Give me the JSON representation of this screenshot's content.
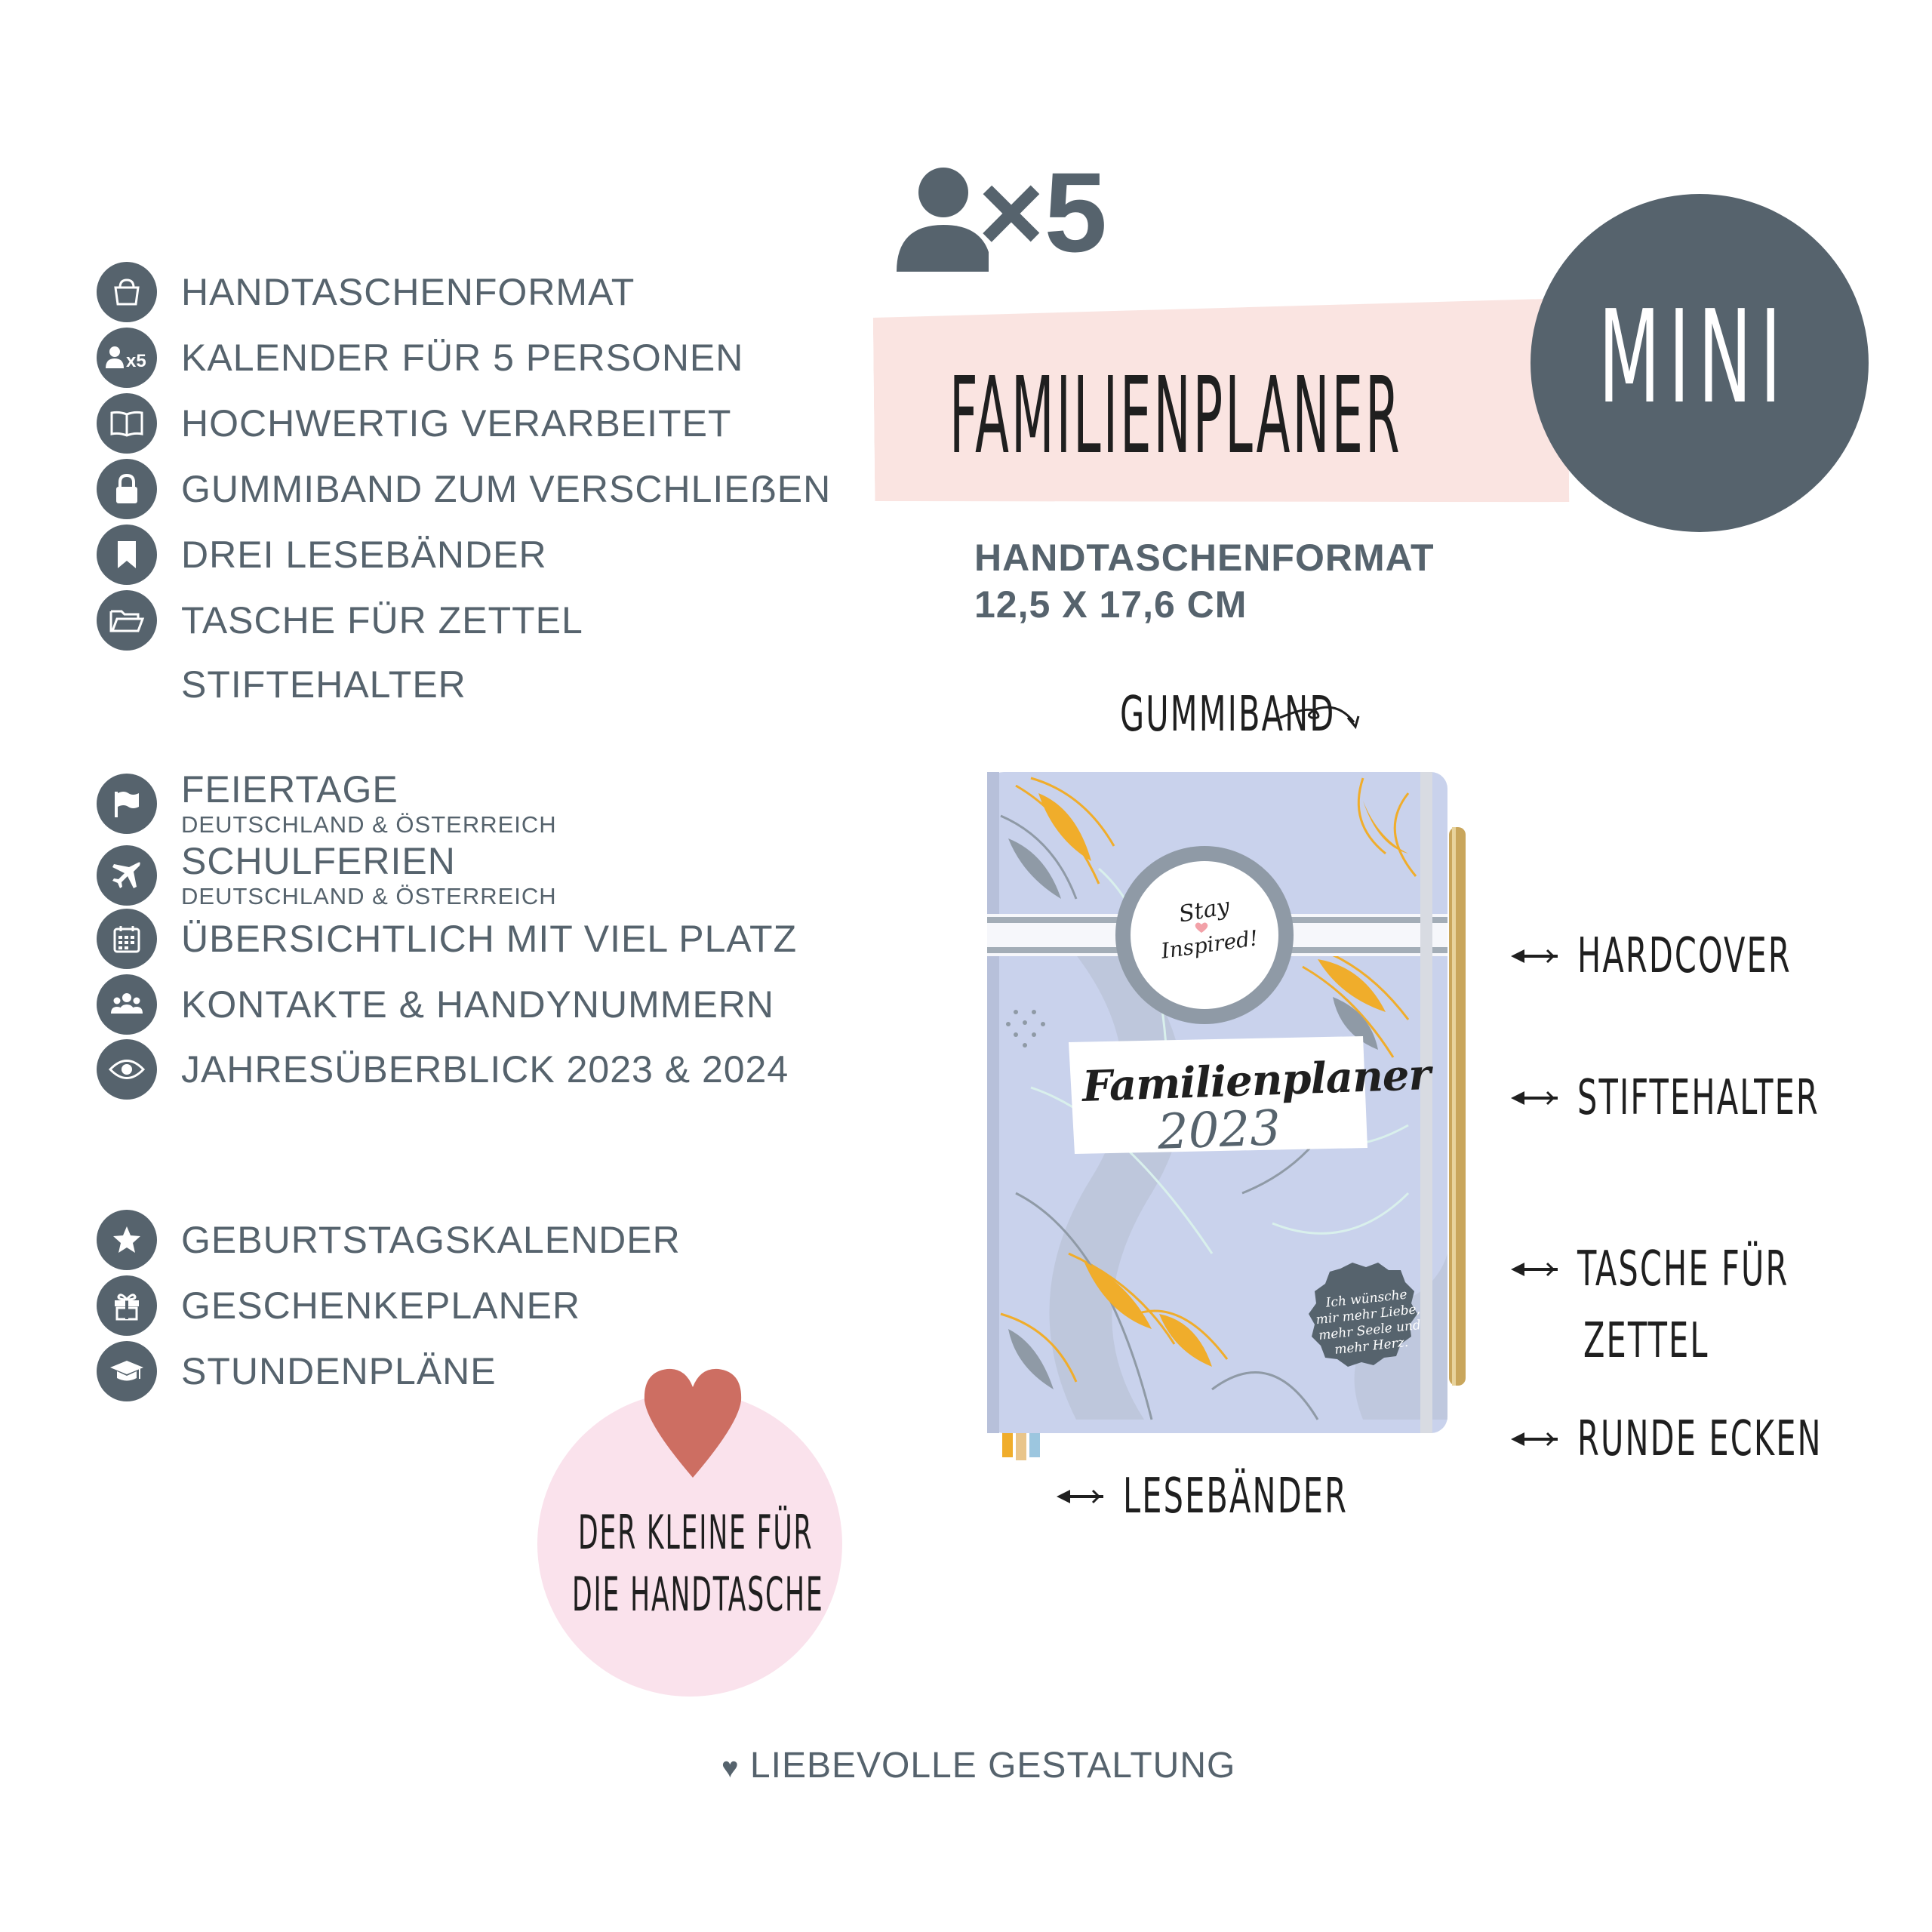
{
  "persons_badge": "×5",
  "banner": {
    "title": "FAMILIENPLANER",
    "badge": "MINI"
  },
  "format": {
    "line1": "HANDTASCHENFORMAT",
    "line2": "12,5 X 17,6 CM"
  },
  "features_group1": [
    {
      "icon": "handbag-icon",
      "label": "HANDTASCHENFORMAT"
    },
    {
      "icon": "persons-x5-icon",
      "label": "KALENDER FÜR 5 PERSONEN",
      "icon_text": "x5"
    },
    {
      "icon": "open-book-icon",
      "label": "HOCHWERTIG VERARBEITET"
    },
    {
      "icon": "lock-icon",
      "label": "GUMMIBAND ZUM VERSCHLIEẞEN"
    },
    {
      "icon": "bookmark-icon",
      "label": "DREI LESEBÄNDER"
    },
    {
      "icon": "folder-icon",
      "label": "TASCHE FÜR ZETTEL"
    }
  ],
  "feature_plain": "STIFTEHALTER",
  "features_group2": [
    {
      "icon": "flag-icon",
      "label": "FEIERTAGE",
      "sub": "DEUTSCHLAND & ÖSTERREICH"
    },
    {
      "icon": "airplane-icon",
      "label": "SCHULFERIEN",
      "sub": "DEUTSCHLAND & ÖSTERREICH"
    },
    {
      "icon": "calendar-icon",
      "label": "ÜBERSICHTLICH MIT VIEL PLATZ"
    },
    {
      "icon": "people-icon",
      "label": "KONTAKTE & HANDYNUMMERN"
    },
    {
      "icon": "eye-icon",
      "label": "JAHRESÜBERBLICK 2023 & 2024"
    }
  ],
  "features_group3": [
    {
      "icon": "star-icon",
      "label": "GEBURTSTAGSKALENDER"
    },
    {
      "icon": "gift-icon",
      "label": "GESCHENKEPLANER"
    },
    {
      "icon": "graduation-cap-icon",
      "label": "STUNDENPLÄNE"
    }
  ],
  "callouts": {
    "gummiband": "GUMMIBAND",
    "hardcover": "HARDCOVER",
    "stiftehalter": "STIFTEHALTER",
    "tasche_line1": "TASCHE FÜR",
    "tasche_line2": "ZETTEL",
    "runde_ecken": "RUNDE ECKEN",
    "lesebaender": "LESEBÄNDER"
  },
  "book": {
    "badge_line1": "Stay",
    "badge_line2": "Inspired!",
    "title": "Familienplaner",
    "year": "2023",
    "sticker": [
      "Ich wünsche",
      "mir mehr Liebe,",
      "mehr Seele und",
      "mehr Herz."
    ]
  },
  "bubble": {
    "line1": "DER KLEINE FÜR",
    "line2": "DIE HANDTASCHE"
  },
  "footer": {
    "heart": "♥",
    "text": "LIEBEVOLLE GESTALTUNG"
  },
  "colors": {
    "slate": "#56636d",
    "pink_band": "#fae4e1",
    "pink_bubble": "#fae2ec",
    "heart": "#cd6e62",
    "cover": "#c9d2ec",
    "orange": "#f0ad2b",
    "gold": "#c9a65c"
  }
}
